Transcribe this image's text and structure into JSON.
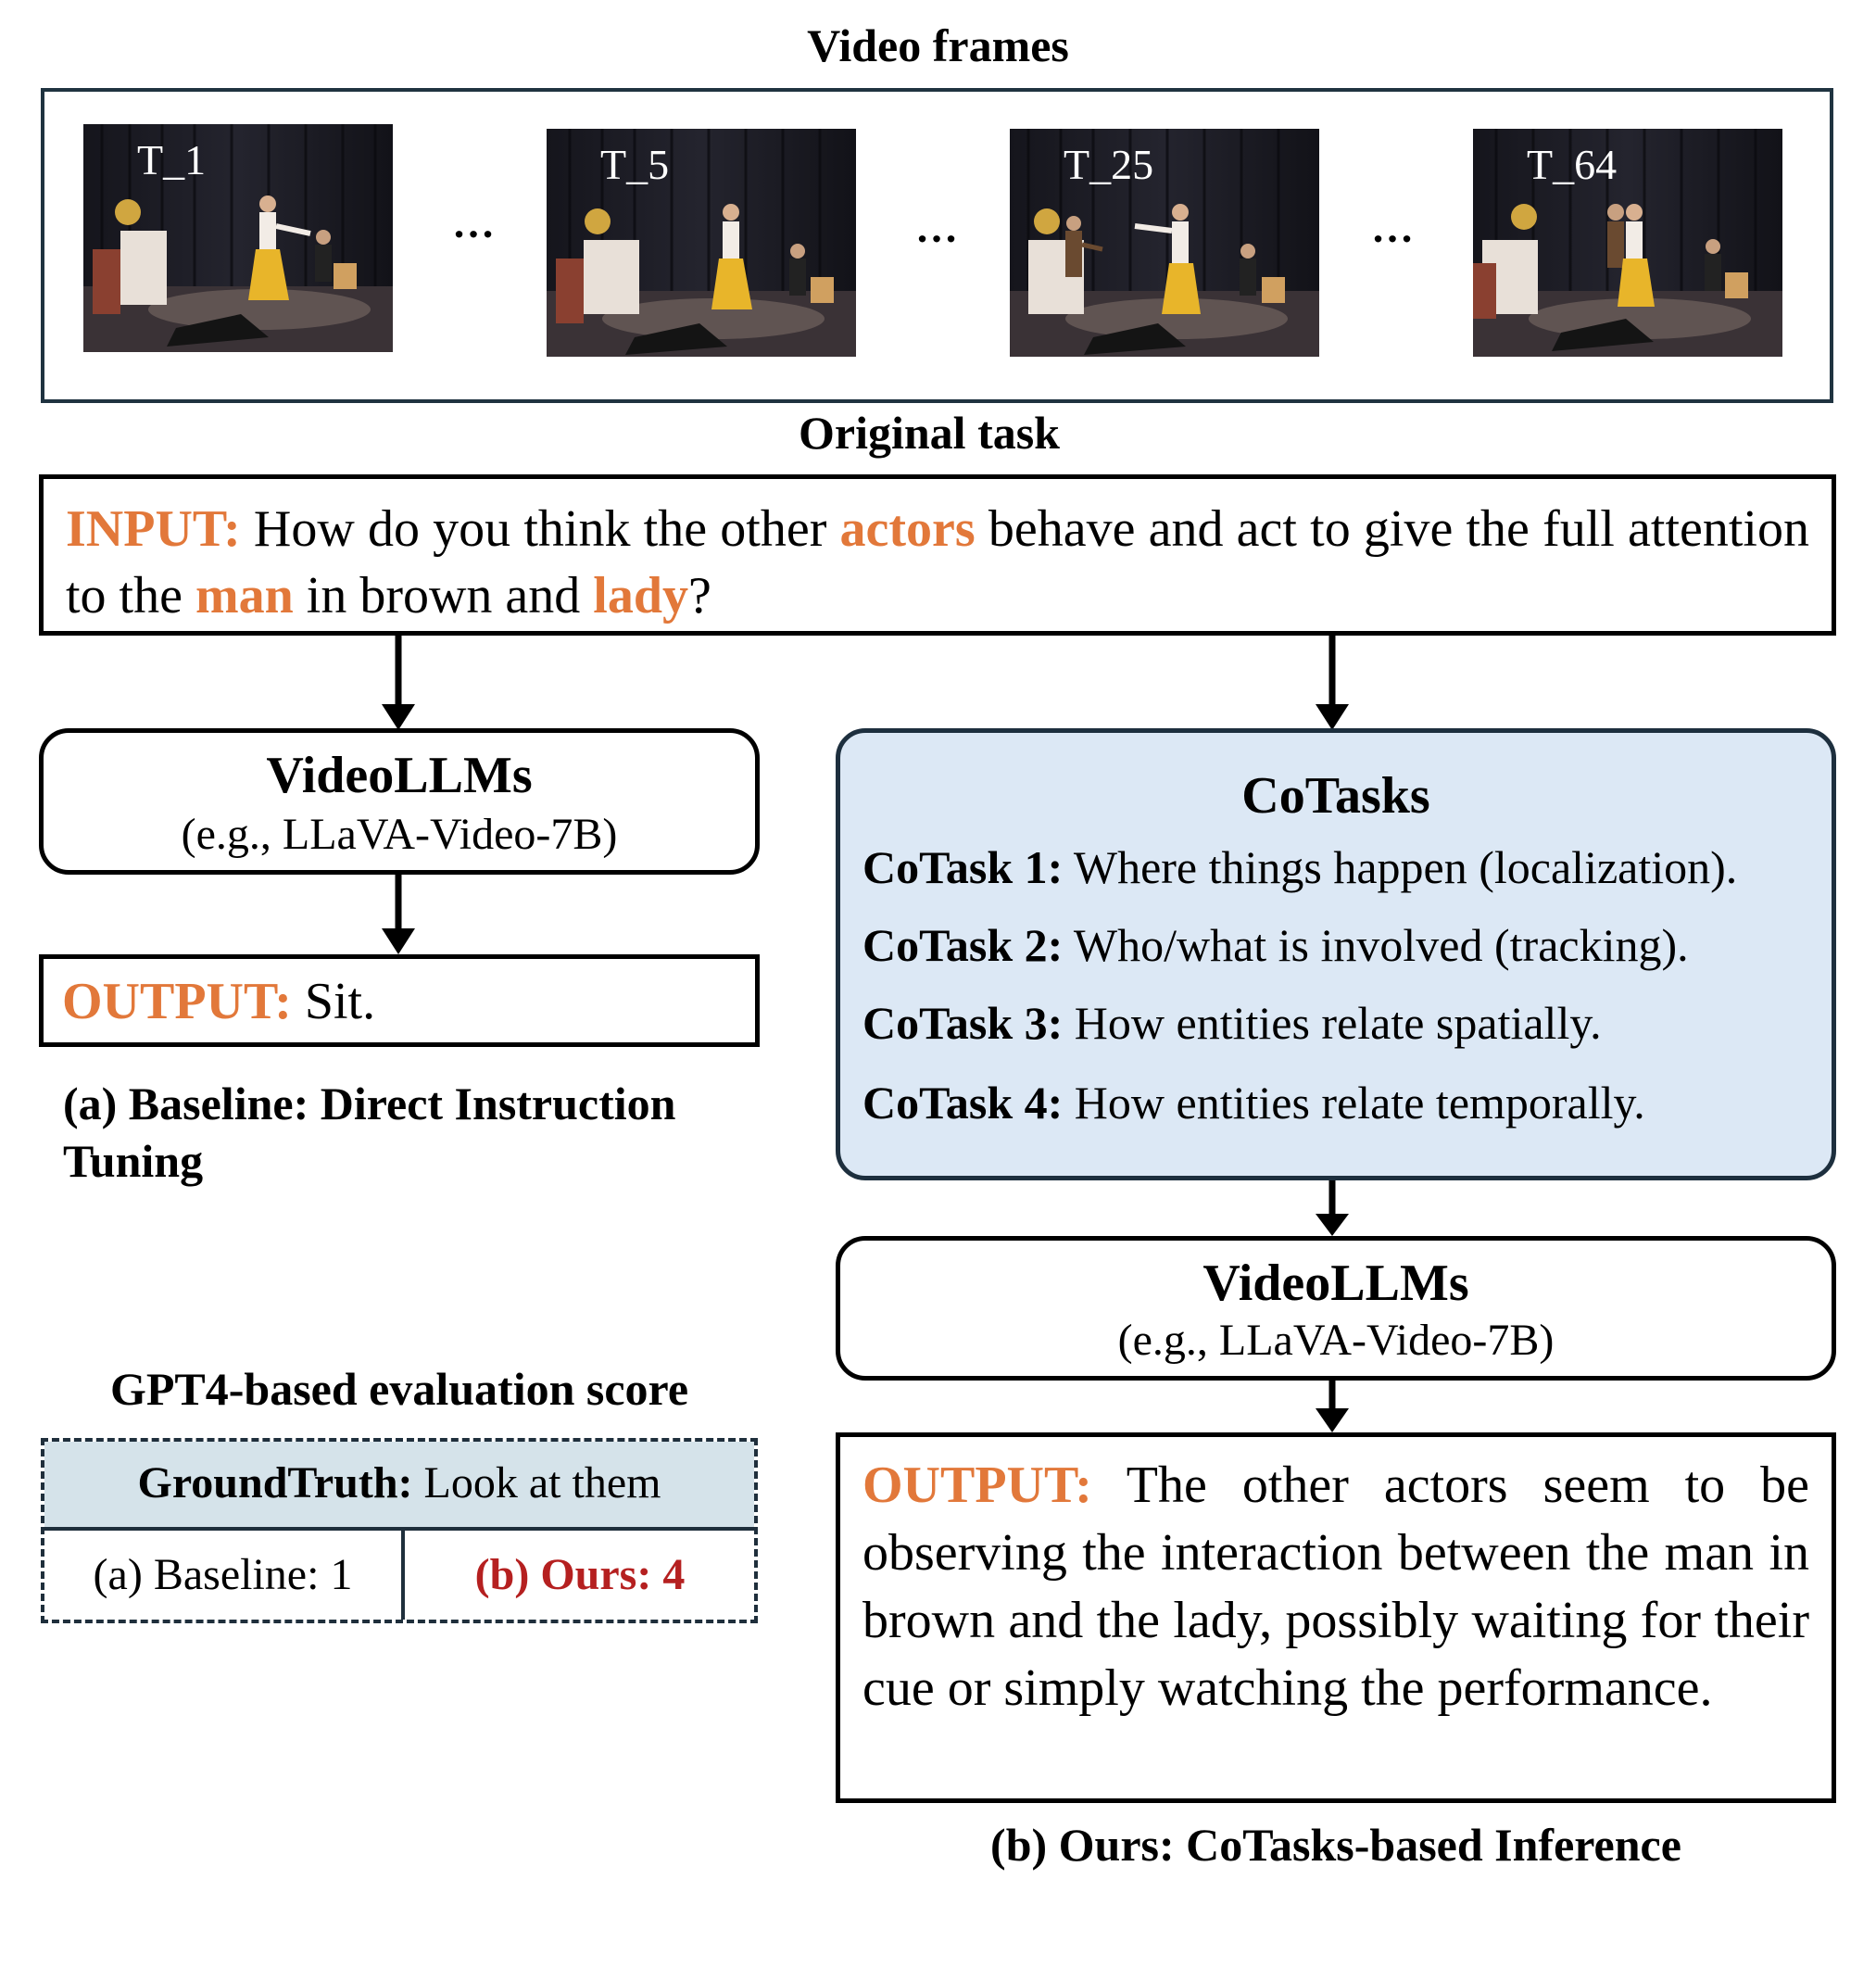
{
  "video_frames": {
    "title": "Video frames",
    "frames": [
      {
        "label": "T_1"
      },
      {
        "label": "T_5"
      },
      {
        "label": "T_25"
      },
      {
        "label": "T_64"
      }
    ],
    "ellipsis": "…"
  },
  "original_task": {
    "title": "Original task",
    "input_prefix": "INPUT:",
    "parts": [
      {
        "text": " How do you think the other ",
        "hl": false
      },
      {
        "text": "actors",
        "hl": true
      },
      {
        "text": " behave and act to give the full attention to the ",
        "hl": false
      },
      {
        "text": "man",
        "hl": true
      },
      {
        "text": " in brown and ",
        "hl": false
      },
      {
        "text": "lady",
        "hl": true
      },
      {
        "text": "?",
        "hl": false
      }
    ]
  },
  "baseline": {
    "model_title": "VideoLLMs",
    "model_sub": "(e.g., LLaVA-Video-7B)",
    "output_prefix": "OUTPUT:",
    "output_text": " Sit.",
    "caption_line1": "(a) Baseline: Direct Instruction",
    "caption_line2": "Tuning"
  },
  "cotasks": {
    "title": "CoTasks",
    "items": [
      {
        "name": "CoTask 1:",
        "text": " Where things happen (localization)."
      },
      {
        "name": "CoTask 2:",
        "text": " Who/what is involved (tracking)."
      },
      {
        "name": "CoTask 3:",
        "text": " How entities relate spatially."
      },
      {
        "name": "CoTask 4:",
        "text": " How entities relate temporally."
      }
    ]
  },
  "ours": {
    "model_title": "VideoLLMs",
    "model_sub": "(e.g., LLaVA-Video-7B)",
    "output_prefix": "OUTPUT:",
    "output_text": " The other actors seem to be observing the interaction between the man in brown and the lady, possibly waiting for their cue or simply watching the performance.",
    "caption": "(b) Ours: CoTasks-based Inference"
  },
  "evaluation": {
    "title": "GPT4-based evaluation score",
    "gt_label": "GroundTruth:",
    "gt_text": " Look at them",
    "baseline_score": "(a) Baseline: 1",
    "ours_score": "(b) Ours: 4"
  },
  "colors": {
    "highlight_orange": "#E2783A",
    "ours_red": "#B52020",
    "cotasks_bg": "#DCE8F5",
    "gt_bg": "#D5E3EA",
    "frame_border": "#1f3340"
  }
}
